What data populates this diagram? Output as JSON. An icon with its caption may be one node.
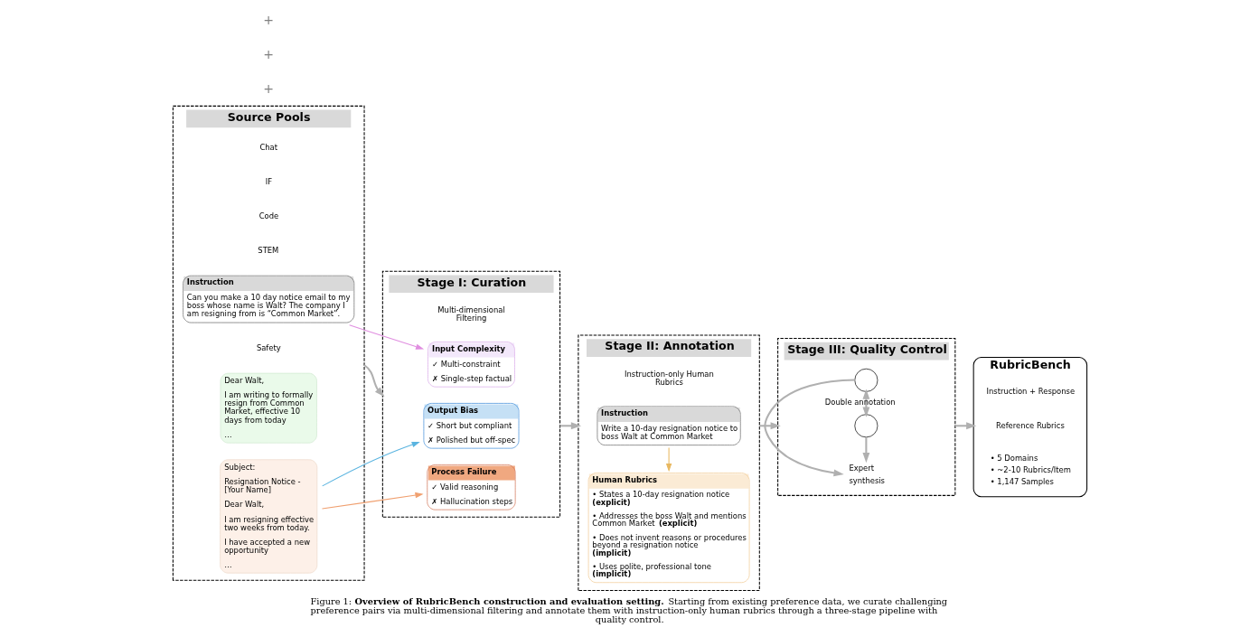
{
  "diagram": {
    "caption": "Figure 1: **Overview of RubricBench construction and evaluation setting.** Starting from existing preference data, we curate challenging preference pairs via multi-dimensional filtering and annotate them with instruction-only human rubrics through a three-stage pipeline with quality control.",
    "nodes": [
      {
        "text": [
          "Source Pools"
        ]
      },
      {
        "text": [
          "Chat"
        ],
        "in": 0
      },
      {
        "text": [
          "IF"
        ],
        "in": 0
      },
      {
        "text": [
          "Code"
        ],
        "in": 0
      },
      {
        "text": [
          "STEM"
        ],
        "in": 0
      },
      {
        "text": [
          "Safety"
        ],
        "in": 0
      },
      {
        "text": [
          "Instruction",
          "Can you make a 10 day notice email to my boss whose name is Walt? The company I am resigning from is “Common Market”."
        ],
        "in": 0
      },
      {
        "text": [
          "Dear Walt,",
          "I am writing to formally resign from Common Market, effective 10 days from today",
          "…"
        ],
        "in": 0
      },
      {
        "text": [
          "Subject:",
          "Resignation Notice - [Your Name]",
          "Dear Walt,",
          "I am resigning effective two weeks from today.",
          "I have accepted a new opportunity",
          "…"
        ],
        "in": 0
      },
      {
        "text": [
          "Stage I: Curation"
        ]
      },
      {
        "text": [
          "Multi-dimensional Filtering"
        ],
        "in": 9
      },
      {
        "text": [
          "Input Complexity",
          "✓ Multi-constraint",
          "✗ Single-step factual"
        ],
        "in": 9
      },
      {
        "text": [
          "Output Bias",
          "✓ Short but compliant",
          "✗ Polished but off-spec"
        ],
        "in": 9
      },
      {
        "text": [
          "Process Failure",
          "✓ Valid reasoning",
          "✗ Hallucination steps"
        ],
        "in": 9
      },
      {
        "text": [
          "Stage II: Annotation"
        ]
      },
      {
        "text": [
          "Instruction-only Human Rubrics"
        ],
        "in": 14
      },
      {
        "text": [
          "Instruction",
          "Write a 10-day resignation notice to boss Walt at Common Market"
        ],
        "in": 14
      },
      {
        "text": [
          "Human Rubrics",
          "• States a 10-day resignation notice **(explicit)**",
          "• Addresses the boss Walt and mentions Common Market **(explicit)**",
          "• Does not invent reasons or procedures beyond a resignation notice **(implicit)**",
          "• Uses polite, professional tone **(implicit)**"
        ],
        "in": 14
      },
      {
        "text": [
          "Stage III: Quality Control"
        ]
      },
      {
        "text": [],
        "shape": "person",
        "in": 18
      },
      {
        "text": [],
        "shape": "person",
        "in": 18
      },
      {
        "text": [
          "Expert",
          "synthesis"
        ],
        "in": 18
      },
      {
        "text": [
          "RubricBench"
        ]
      },
      {
        "text": [
          "Instruction + Response"
        ],
        "in": 22
      },
      {
        "text": [
          "Reference Rubrics"
        ],
        "in": 22
      },
      {
        "text": [
          "• 5 Domains",
          "• ~2-10 Rubrics/Item",
          "• 1,147 Samples"
        ],
        "in": 22
      }
    ],
    "edges": [
      {
        "from": 0,
        "to": 9,
        "arrow": "to"
      },
      {
        "from": 9,
        "to": 14,
        "arrow": "to"
      },
      {
        "from": 14,
        "to": 18,
        "arrow": "to"
      },
      {
        "from": 6,
        "to": 11,
        "arrow": "to",
        "color": "#e08ee0"
      },
      {
        "from": 8,
        "to": 12,
        "arrow": "to",
        "color": "#5ab4e0"
      },
      {
        "from": 8,
        "to": 13,
        "arrow": "to",
        "color": "#f0a070"
      },
      {
        "from": 16,
        "to": 17,
        "arrow": "to",
        "color": "#e8b860"
      },
      {
        "from": 19,
        "to": 20,
        "arrow": "both",
        "label": "Double annotation"
      },
      {
        "from": 19,
        "to": 21,
        "arrow": "to"
      },
      {
        "from": 20,
        "to": 21,
        "arrow": "to"
      },
      {
        "from": 18,
        "to": 22,
        "arrow": "to"
      }
    ],
    "labels": [
      "+",
      "+",
      "+"
    ]
  }
}
